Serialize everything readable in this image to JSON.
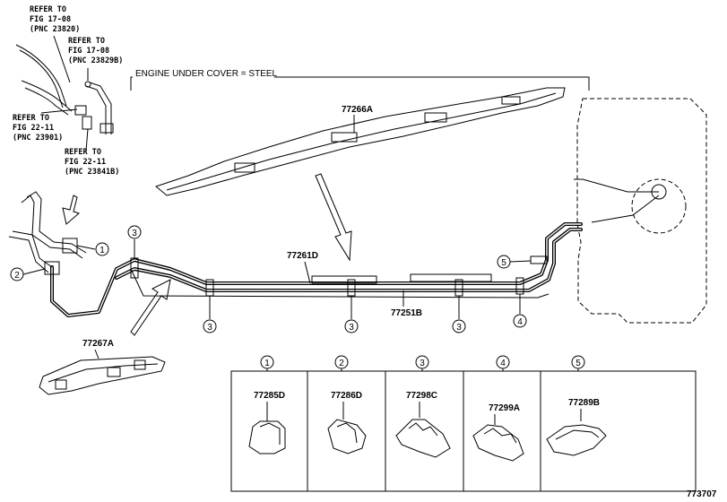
{
  "references": [
    {
      "line1": "REFER TO",
      "line2": "FIG 17-08",
      "line3": "(PNC 23820)"
    },
    {
      "line1": "REFER TO",
      "line2": "FIG 17-08",
      "line3": "(PNC 23829B)"
    },
    {
      "line1": "REFER TO",
      "line2": "FIG 22-11",
      "line3": "(PNC 23901)"
    },
    {
      "line1": "REFER TO",
      "line2": "FIG 22-11",
      "line3": "(PNC 23841B)"
    }
  ],
  "note": "ENGINE UNDER COVER = STEEL",
  "parts": {
    "cover_upper": "77266A",
    "cover_lower": "77267A",
    "tube_upper": "77261D",
    "tube_lower": "77251B"
  },
  "callouts": [
    "1",
    "2",
    "3",
    "4",
    "5"
  ],
  "clamp_table": [
    {
      "num": "1",
      "part": "77285D"
    },
    {
      "num": "2",
      "part": "77286D"
    },
    {
      "num": "3",
      "part": "77298C"
    },
    {
      "num": "4",
      "part": "77299A"
    },
    {
      "num": "5",
      "part": "77289B"
    }
  ],
  "figure_id": "773707"
}
